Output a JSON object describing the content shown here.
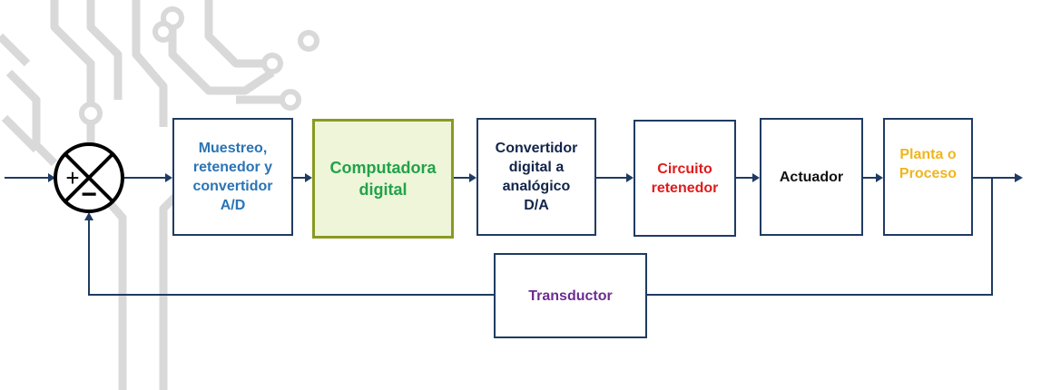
{
  "diagram": {
    "blocks": {
      "muestreo": "Muestreo,\nretenedor y\nconvertidor\n      A/D",
      "computadora": "Computadora\ndigital",
      "convertidor": "Convertidor\ndigital a\nanalógico\n      D/A",
      "circuito": "Circuito\nretenedor",
      "actuador": "Actuador",
      "planta": "Planta o\nProceso",
      "transductor": "Transductor"
    },
    "summing_junction": {
      "plus": "+",
      "minus": "−"
    },
    "colors": {
      "line": "#1f3b63",
      "muestreo": "#2a74b5",
      "computadora": "#22a24a",
      "computadora_fill": "#eef5d8",
      "computadora_border": "#8a9a22",
      "convertidor": "#12254a",
      "circuito": "#e01b1b",
      "actuador": "#111111",
      "planta": "#f0b51e",
      "transductor": "#6b2d91",
      "background_traces": "#d6d6d6"
    }
  }
}
